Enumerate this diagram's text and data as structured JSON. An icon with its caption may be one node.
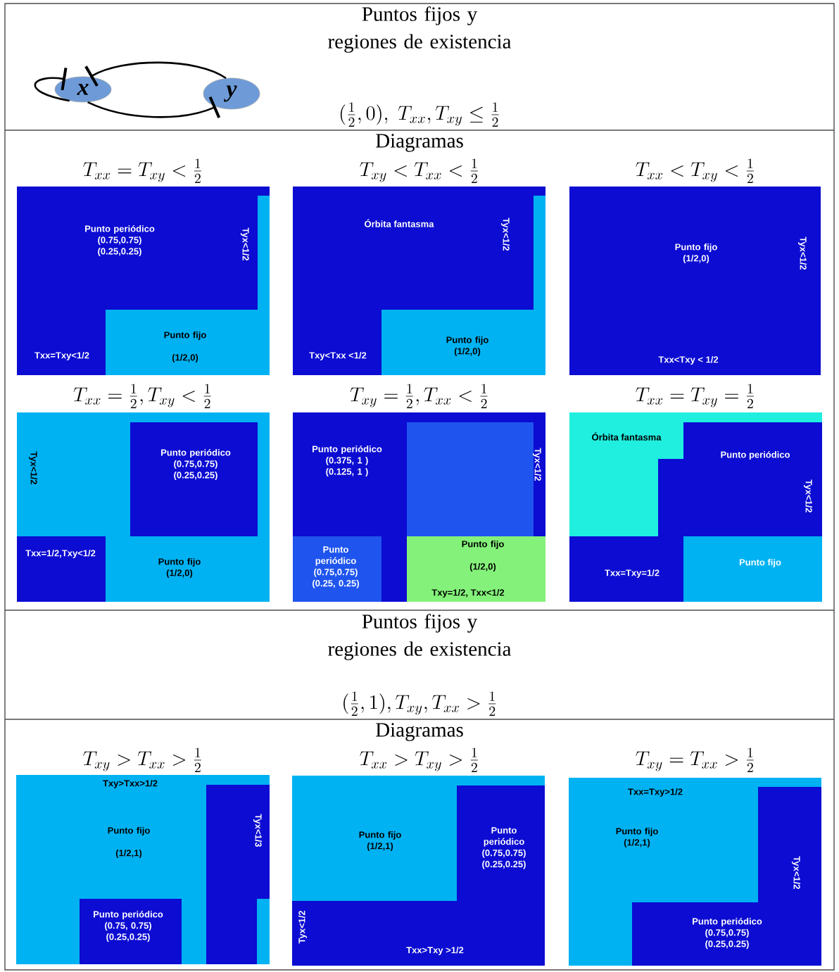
{
  "diagram": {
    "nodes": [
      {
        "text": [
          "x"
        ]
      },
      {
        "text": [
          "y"
        ]
      },
      {
        "text": [
          "T_{xx}=T_{xy}<\\frac{1}{2}",
          "Punto periódico (0.75,0.75) (0.25,0.25)",
          "Tyx<1/2",
          "Txx=Txy<1/2",
          "Punto fijo (1/2,0)"
        ]
      },
      {
        "text": [
          "T_{xy}<T_{xx}<\\frac{1}{2}",
          "Órbita fantasma",
          "Tyx<1/2",
          "Txy<Txx <1/2",
          "Punto fijo (1/2,0)"
        ]
      },
      {
        "text": [
          "T_{xx}<T_{xy}<\\frac{1}{2}",
          "Punto fijo (1/2,0)",
          "Tyx<1/2",
          "Txx<Txy < 1/2"
        ]
      },
      {
        "text": [
          "T_{xx}=\\frac{1}{2},T_{xy}<\\frac{1}{2}",
          "Tyx<1/2",
          "Punto periódico (0.75,0.75) (0.25,0.25)",
          "Txx=1/2,Txy<1/2",
          "Punto fijo (1/2,0)"
        ]
      },
      {
        "text": [
          "T_{xy}=\\frac{1}{2},T_{xx}<\\frac{1}{2}",
          "Punto periódico (0.375, 1 ) (0.125, 1 )",
          "Tyx<1/2",
          "Punto periódico (0.75,0.75) (0.25, 0.25)",
          "Punto fijo (1/2,0)",
          "Txy=1/2, Txx<1/2"
        ]
      },
      {
        "text": [
          "T_{xx}=T_{xy}=\\frac{1}{2}",
          "Órbita fantasma",
          "Punto periódico",
          "Tyx<1/2",
          "Txx=Txy=1/2",
          "Punto fijo"
        ]
      },
      {
        "text": [
          "T_{xy}>T_{xx}>\\frac{1}{2}",
          "Txy>Txx>1/2",
          "Punto fijo (1/2,1)",
          "Tyx<1/3",
          "Punto periódico (0.75, 0.75) (0.25,0.25)"
        ]
      },
      {
        "text": [
          "T_{xx}>T_{xy}>\\frac{1}{2}",
          "Punto fijo (1/2,1)",
          "Punto periódico (0.75,0.75) (0.25,0.25)",
          "Tyx<1/2",
          "Txx>Txy >1/2"
        ]
      },
      {
        "text": [
          "T_{xy}=T_{xx}>\\frac{1}{2}",
          "Txx=Txy>1/2",
          "Punto fijo (1/2,1)",
          "Tyx<1/2",
          "Punto periódico (0.75,0.75) (0.25,0.25)"
        ]
      }
    ],
    "edges": [
      {
        "from": 0,
        "to": 0,
        "arrow": "other"
      },
      {
        "from": 1,
        "to": 0,
        "arrow": "other"
      },
      {
        "from": 0,
        "to": 1,
        "arrow": "other"
      }
    ],
    "labels": [
      "Puntos fijos y regiones de existencia",
      "(\\frac{1}{2},0),\\;T_{xx},T_{xy}\\leq\\frac{1}{2}",
      "Diagramas",
      "Puntos fijos y regiones de existencia",
      "(\\frac{1}{2},1),T_{xy},T_{xx}>\\frac{1}{2}",
      "Diagramas"
    ]
  }
}
